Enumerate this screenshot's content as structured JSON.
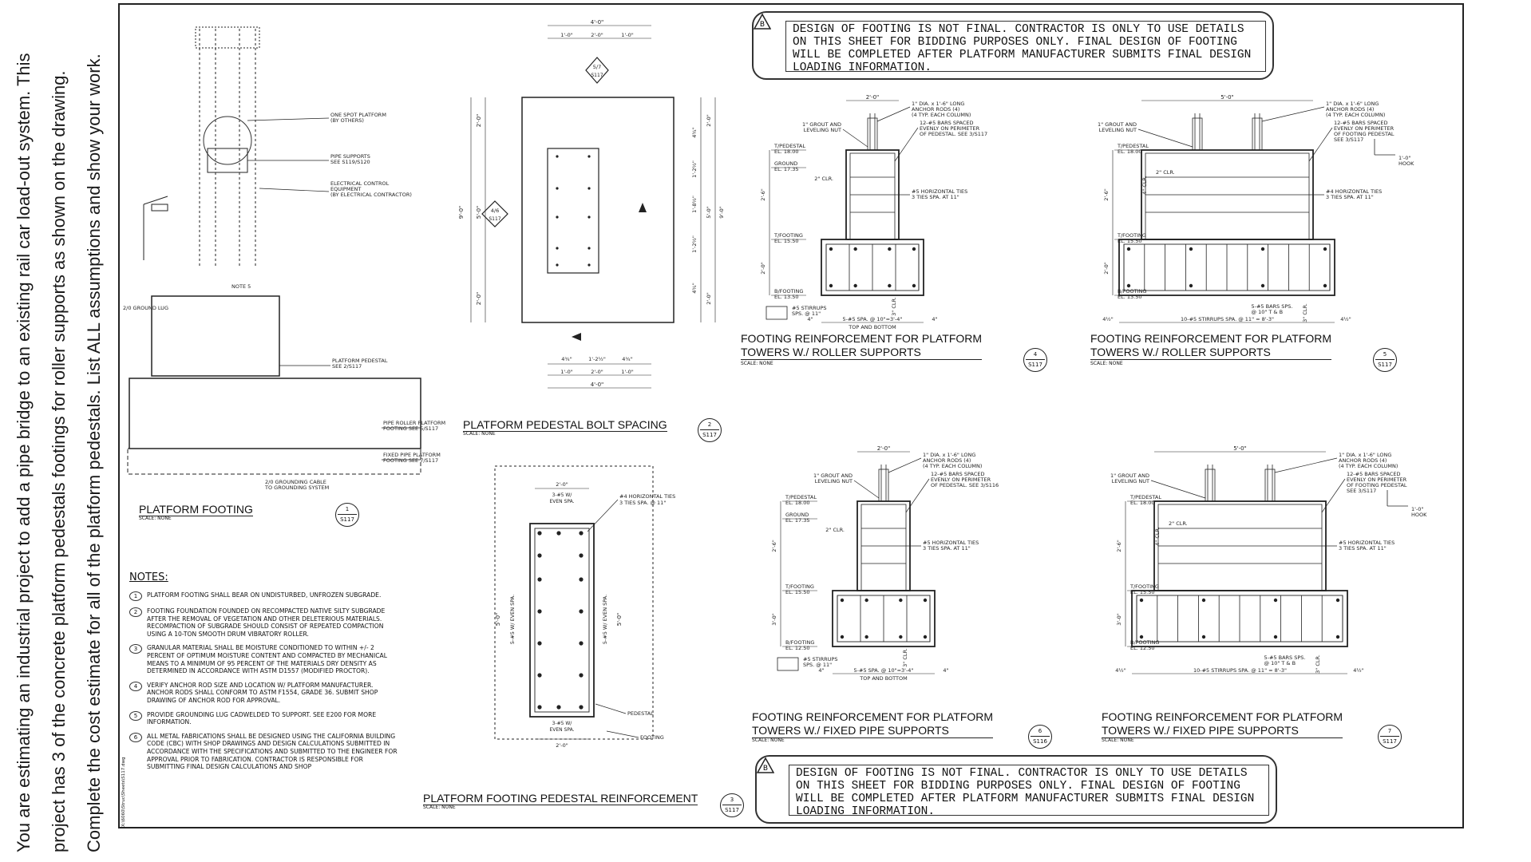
{
  "prompt": "You are estimating an industrial project to add a pipe bridge to an existing rail car load-out system. This project has 3 of the concrete platform pedestals footings for roller supports as shown on the drawing. Complete the cost estimate for all of the platform pedestals. List ALL assumptions and show your work.",
  "warning": {
    "text": "DESIGN OF FOOTING IS NOT FINAL. CONTRACTOR IS ONLY TO USE DETAILS ON THIS SHEET FOR BIDDING PURPOSES ONLY. FINAL DESIGN OF FOOTING WILL BE COMPLETED AFTER PLATFORM MANUFACTURER SUBMITS FINAL DESIGN LOADING INFORMATION.",
    "icon_label": "B"
  },
  "details": {
    "platform_footing": {
      "title": "PLATFORM FOOTING",
      "scale": "SCALE: NONE",
      "num": "1",
      "sheet": "S117",
      "callouts": [
        "ONE SPOT PLATFORM",
        "(BY OTHERS)",
        "PIPE SUPPORTS",
        "SEE S119/S120",
        "ELECTRICAL CONTROL",
        "EQUIPMENT",
        "(BY ELECTRICAL CONTRACTOR)",
        "NOTE 5",
        "2/0 GROUND LUG",
        "PLATFORM PEDESTAL",
        "SEE 2/S117",
        "PIPE ROLLER PLATFORM",
        "FOOTING SEE 5/S117",
        "FIXED PIPE PLATFORM",
        "FOOTING SEE 7/S117",
        "2/0 GROUNDING CABLE",
        "TO GROUNDING SYSTEM"
      ]
    },
    "bolt_spacing": {
      "title": "PLATFORM PEDESTAL BOLT SPACING",
      "scale": "SCALE: NONE",
      "num": "2",
      "sheet": "S117",
      "dims_top": [
        "4'-0\"",
        "1'-0\"",
        "2'-0\"",
        "1'-0\""
      ],
      "dims_bottom": [
        "4¾\"",
        "1'-2½\"",
        "4¾\"",
        "1'-0\"",
        "2'-0\"",
        "1'-0\"",
        "4'-0\""
      ],
      "dims_left": [
        "9'-0\"",
        "2'-0\"",
        "5'-0\"",
        "2'-0\""
      ],
      "dims_right": [
        "4¾\"",
        "1'-2½\"",
        "1'-8½\"",
        "1'-2½\"",
        "4¾\"",
        "2'-0\"",
        "5'-0\"",
        "2'-0\"",
        "9'-0\""
      ],
      "sec_a": {
        "n": "5/7",
        "s": "S117"
      },
      "sec_b": {
        "n": "4/6",
        "s": "S117"
      }
    },
    "pedestal_reinf": {
      "title": "PLATFORM FOOTING PEDESTAL REINFORCEMENT",
      "scale": "SCALE: NONE",
      "num": "3",
      "sheet": "S117",
      "dims": [
        "2'-0\"",
        "3-#5 W/",
        "EVEN SPA.",
        "5'-0\"",
        "5-#5 W/ EVEN SPA.",
        "5-#5 W/ EVEN SPA.",
        "5'-0\"",
        "3-#5 W/",
        "EVEN SPA.",
        "2'-0\""
      ],
      "callouts": [
        "#4 HORIZONTAL TIES",
        "3 TIES SPA. @ 11\"",
        "PEDESTAL",
        "FOOTING"
      ]
    },
    "reinf_4": {
      "title1": "FOOTING REINFORCEMENT FOR PLATFORM",
      "title2": "TOWERS W./ ROLLER SUPPORTS",
      "scale": "SCALE: NONE",
      "num": "4",
      "sheet": "S117",
      "top_dim": "2'-0\"",
      "callouts": [
        "1\" DIA. x 1'-6\" LONG",
        "ANCHOR RODS (4)",
        "(4 TYP. EACH COLUMN)",
        "12-#5 BARS SPACED",
        "EVENLY ON PERIMETER",
        "OF PEDESTAL. SEE 3/S117",
        "1\" GROUT AND",
        "LEVELING NUT",
        "#5 HORIZONTAL TIES",
        "3 TIES SPA. AT 11\"",
        "#5 STIRRUPS",
        "SPS. @ 11\"",
        "5-#5 SPA. @ 10\"=3'-4\"",
        "TOP AND BOTTOM",
        "2\" CLR.",
        "3\" CLR."
      ],
      "elevs": [
        "T/PEDESTAL",
        "EL. 18.00",
        "GROUND",
        "EL. 17.35",
        "T/FOOTING",
        "EL. 15.50",
        "B/FOOTING",
        "EL. 13.50"
      ],
      "vdims": [
        "2'-6\"",
        "2'-0\""
      ],
      "hdims": [
        "4\"",
        "4\""
      ]
    },
    "reinf_5": {
      "title1": "FOOTING REINFORCEMENT FOR PLATFORM",
      "title2": "TOWERS W./ ROLLER SUPPORTS",
      "scale": "SCALE: NONE",
      "num": "5",
      "sheet": "S117",
      "top_dim": "5'-0\"",
      "callouts": [
        "1\" DIA. x 1'-6\" LONG",
        "ANCHOR RODS (4)",
        "(4 TYP. EACH COLUMN)",
        "12-#5 BARS SPACED",
        "EVENLY ON PERIMETER",
        "OF FOOTING PEDESTAL",
        "SEE 3/S117",
        "1\" GROUT AND",
        "LEVELING NUT",
        "#4 HORIZONTAL TIES",
        "3 TIES SPA. AT 11\"",
        "5-#5 BARS SPS.",
        "@ 10\" T & B",
        "10-#5 STIRRUPS SPA. @ 11\" = 8'-3\"",
        "1'-0\"",
        "HOOK",
        "2\" CLR.",
        "4\" CLR.",
        "3\" CLR."
      ],
      "elevs": [
        "T/PEDESTAL",
        "EL. 18.00",
        "T/FOOTING",
        "EL. 15.50",
        "B/FOOTING",
        "EL. 13.50"
      ],
      "vdims": [
        "2'-6\"",
        "2'-0\""
      ],
      "hdims": [
        "4½\"",
        "4½\""
      ]
    },
    "reinf_6": {
      "title1": "FOOTING REINFORCEMENT FOR PLATFORM",
      "title2": "TOWERS W./ FIXED PIPE SUPPORTS",
      "scale": "SCALE: NONE",
      "num": "6",
      "sheet": "S116",
      "top_dim": "2'-0\"",
      "callouts": [
        "1\" DIA. x 1'-6\" LONG",
        "ANCHOR RODS (4)",
        "(4 TYP. EACH COLUMN)",
        "12-#5 BARS SPACED",
        "EVENLY ON PERIMETER",
        "OF PEDESTAL. SEE 3/S116",
        "1\" GROUT AND",
        "LEVELING NUT",
        "#5 HORIZONTAL TIES",
        "3 TIES SPA. AT 11\"",
        "#5 STIRRUPS",
        "SPS. @ 11\"",
        "5-#5 SPA. @ 10\"=3'-4\"",
        "TOP AND BOTTOM",
        "2\" CLR.",
        "3\" CLR."
      ],
      "elevs": [
        "T/PEDESTAL",
        "EL. 18.00",
        "GROUND",
        "EL. 17.35",
        "T/FOOTING",
        "EL. 15.50",
        "B/FOOTING",
        "EL. 12.50"
      ],
      "vdims": [
        "2'-6\"",
        "3'-0\""
      ],
      "hdims": [
        "4\"",
        "4\""
      ]
    },
    "reinf_7": {
      "title1": "FOOTING REINFORCEMENT FOR PLATFORM",
      "title2": "TOWERS W./ FIXED PIPE SUPPORTS",
      "scale": "SCALE: NONE",
      "num": "7",
      "sheet": "S117",
      "top_dim": "5'-0\"",
      "callouts": [
        "1\" DIA. x 1'-6\" LONG",
        "ANCHOR RODS (4)",
        "(4 TYP. EACH COLUMN)",
        "12-#5 BARS SPACED",
        "EVENLY ON PERIMETER",
        "OF FOOTING PEDESTAL",
        "SEE 3/S117",
        "1\" GROUT AND",
        "LEVELING NUT",
        "#5 HORIZONTAL TIES",
        "3 TIES SPA. AT 11\"",
        "5-#5 BARS SPS.",
        "@ 10\" T & B",
        "10-#5 STIRRUPS SPA. @ 11\" = 8'-3\"",
        "1'-0\"",
        "HOOK",
        "2\" CLR.",
        "4\" CLR.",
        "3\" CLR."
      ],
      "elevs": [
        "T/PEDESTAL",
        "EL. 18.00",
        "T/FOOTING",
        "EL. 15.50",
        "B/FOOTING",
        "EL. 12.50"
      ],
      "vdims": [
        "2'-6\"",
        "3'-0\""
      ],
      "hdims": [
        "4½\"",
        "4½\""
      ]
    }
  },
  "notes": {
    "title": "NOTES:",
    "items": [
      {
        "num": "1",
        "text": "PLATFORM FOOTING SHALL BEAR ON UNDISTURBED, UNFROZEN SUBGRADE."
      },
      {
        "num": "2",
        "text": "FOOTING FOUNDATION FOUNDED ON RECOMPACTED NATIVE SILTY SUBGRADE AFTER THE REMOVAL OF VEGETATION AND OTHER DELETERIOUS MATERIALS. RECOMPACTION OF SUBGRADE SHOULD CONSIST OF REPEATED COMPACTION USING A 10-TON SMOOTH DRUM VIBRATORY ROLLER."
      },
      {
        "num": "3",
        "text": "GRANULAR MATERIAL SHALL BE MOISTURE CONDITIONED TO WITHIN +/- 2 PERCENT OF OPTIMUM MOISTURE CONTENT AND COMPACTED BY MECHANICAL MEANS TO A MINIMUM OF 95 PERCENT OF THE MATERIALS DRY DENSITY AS DETERMINED IN ACCORDANCE WITH ASTM D1557 (MODIFIED PROCTOR)."
      },
      {
        "num": "4",
        "text": "VERIFY ANCHOR ROD SIZE AND LOCATION W/ PLATFORM MANUFACTURER. ANCHOR RODS SHALL CONFORM TO ASTM F1554, GRADE 36. SUBMIT SHOP DRAWING OF ANCHOR ROD FOR APPROVAL."
      },
      {
        "num": "5",
        "text": "PROVIDE GROUNDING LUG CADWELDED TO SUPPORT. SEE E200 FOR MORE INFORMATION."
      },
      {
        "num": "6",
        "text": "ALL METAL FABRICATIONS SHALL BE DESIGNED USING THE CALIFORNIA BUILDING CODE (CBC) WITH SHOP DRAWINGS AND DESIGN CALCULATIONS SUBMITTED IN ACCORDANCE WITH THE SPECIFICATIONS AND SUBMITTED TO THE ENGINEER FOR APPROVAL PRIOR TO FABRICATION. CONTRACTOR IS RESPONSIBLE FOR SUBMITTING FINAL DESIGN CALCULATIONS AND SHOP"
      }
    ]
  },
  "file_ref": "X:\\6060\\Struc\\Sheets\\S117.dwg"
}
